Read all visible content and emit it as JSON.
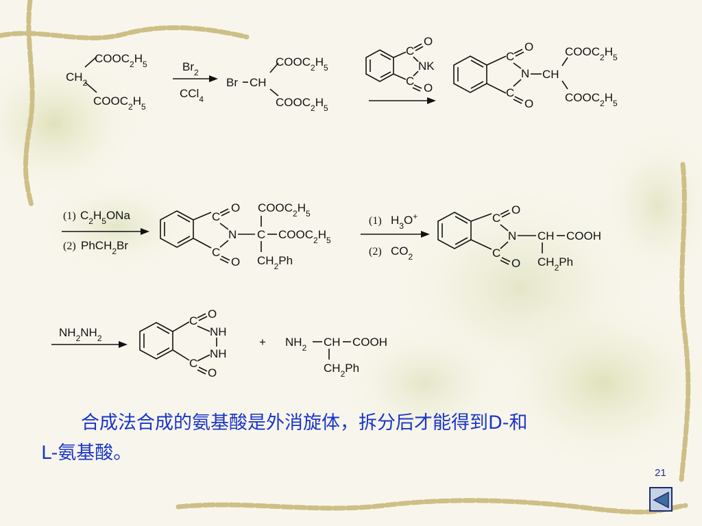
{
  "scheme": {
    "step1": {
      "reactant": {
        "group_top": "COOC",
        "group_top_sub": "2",
        "group_top_tail": "H",
        "group_top_tail_sub": "5",
        "core": "CH",
        "core_sub": "2",
        "group_bottom": "COOC",
        "group_bottom_sub": "2",
        "group_bottom_tail": "H",
        "group_bottom_tail_sub": "5"
      },
      "reagent_top": "Br",
      "reagent_top_sub": "2",
      "reagent_bottom": "CCl",
      "reagent_bottom_sub": "4",
      "product": {
        "halogen": "Br",
        "core": "CH",
        "group_top": "COOC",
        "group_top_sub": "2",
        "group_top_tail": "H",
        "group_top_tail_sub": "5",
        "group_bottom": "COOC",
        "group_bottom_sub": "2",
        "group_bottom_tail": "H",
        "group_bottom_tail_sub": "5"
      }
    },
    "phthalimide_k": {
      "carbonyl_c_top": "C",
      "carbonyl_o_top": "O",
      "nitrogen_salt": "NK",
      "carbonyl_c_bottom": "C",
      "carbonyl_o_bottom": "O"
    },
    "product2": {
      "c_top": "C",
      "o_top": "O",
      "n": "N",
      "c_bottom": "C",
      "o_bottom": "O",
      "core": "CH",
      "group_top": "COOC",
      "group_top_sub": "2",
      "group_top_tail": "H",
      "group_top_tail_sub": "5",
      "group_bottom": "COOC",
      "group_bottom_sub": "2",
      "group_bottom_tail": "H",
      "group_bottom_tail_sub": "5"
    },
    "step3": {
      "reagent1_num": "(1)",
      "reagent1": "C",
      "reagent1_sub1": "2",
      "reagent1_h": "H",
      "reagent1_sub2": "5",
      "reagent1_tail": "ONa",
      "reagent2_num": "(2)",
      "reagent2": "PhCH",
      "reagent2_sub": "2",
      "reagent2_tail": "Br"
    },
    "product3": {
      "c_top": "C",
      "o_top": "O",
      "n": "N",
      "c_bottom": "C",
      "o_bottom": "O",
      "core": "C",
      "group_top": "COOC",
      "group_top_sub": "2",
      "group_top_tail": "H",
      "group_top_tail_sub": "5",
      "group_right": "COOC",
      "group_right_sub": "2",
      "group_right_tail": "H",
      "group_right_tail_sub": "5",
      "group_bottom": "CH",
      "group_bottom_sub": "2",
      "group_bottom_tail": "Ph"
    },
    "step4": {
      "reagent1_num": "(1)",
      "reagent1": "H",
      "reagent1_sub": "3",
      "reagent1_tail": "O",
      "reagent1_sup": "+",
      "reagent2_num": "(2)",
      "reagent2": "CO",
      "reagent2_sub": "2"
    },
    "product4": {
      "c_top": "C",
      "o_top": "O",
      "n": "N",
      "c_bottom": "C",
      "o_bottom": "O",
      "core": "CH",
      "acid": "COOH",
      "group_bottom": "CH",
      "group_bottom_sub": "2",
      "group_bottom_tail": "Ph"
    },
    "step5": {
      "reagent": "NH",
      "reagent_sub1": "2",
      "reagent_mid": "NH",
      "reagent_sub2": "2"
    },
    "hydrazide": {
      "c_top": "C",
      "o_top": "O",
      "nh_top": "NH",
      "nh_bottom": "NH",
      "c_bottom": "C",
      "o_bottom": "O"
    },
    "plus": "+",
    "amino_acid": {
      "amine": "NH",
      "amine_sub": "2",
      "core": "CH",
      "acid": "COOH",
      "group_bottom": "CH",
      "group_bottom_sub": "2",
      "group_bottom_tail": "Ph"
    }
  },
  "caption": {
    "line1": "合成法合成的氨基酸是外消旋体，拆分后才能得到D-和",
    "line2": "L-氨基酸。"
  },
  "page_number": "21",
  "nav": {
    "back_icon": "triangle-left-icon"
  },
  "colors": {
    "caption": "#1a35c8",
    "background": "#f7f5e9",
    "nav_fill": "#c5d2e4"
  }
}
